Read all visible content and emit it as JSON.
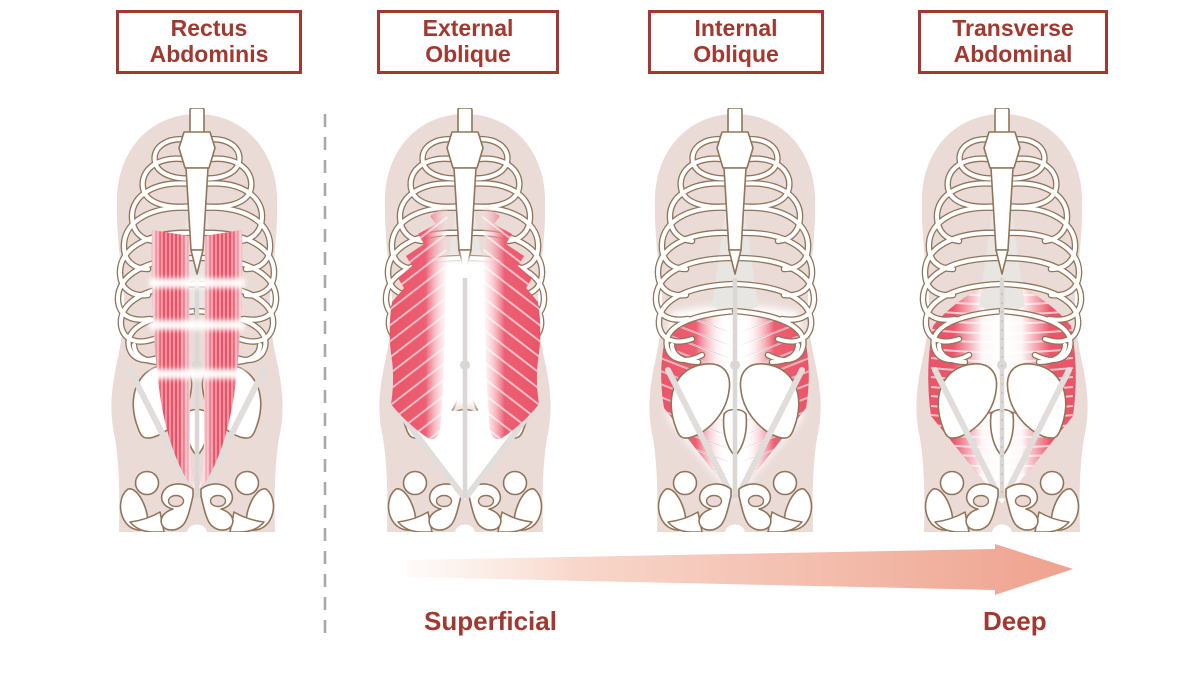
{
  "labels": {
    "boxes": [
      {
        "id": "rectus-abdominis",
        "line1": "Rectus",
        "line2": "Abdominis"
      },
      {
        "id": "external-oblique",
        "line1": "External",
        "line2": "Oblique"
      },
      {
        "id": "internal-oblique",
        "line1": "Internal",
        "line2": "Oblique"
      },
      {
        "id": "transverse-abdominal",
        "line1": "Transverse",
        "line2": "Abdominal"
      }
    ],
    "depth_axis": {
      "left": "Superficial",
      "right": "Deep"
    }
  },
  "figures": [
    {
      "name": "rectus-abdominis-torso",
      "muscle_pattern": "vertical fibers with horizontal tendinous bands"
    },
    {
      "name": "external-oblique-torso",
      "muscle_pattern": "steep diagonal fibers on flanks, serrated rib edge"
    },
    {
      "name": "internal-oblique-torso",
      "muscle_pattern": "shallow diagonal fibers below ribcage"
    },
    {
      "name": "transverse-abdominal-torso",
      "muscle_pattern": "horizontal fibers across abdomen"
    }
  ],
  "colors": {
    "accent_red": "#A23930",
    "muscle_red": "#EA5468",
    "skin": "#EADBD7",
    "bone_outline": "#91755A",
    "divider_gray": "#A9A9A9",
    "arrow_start": "#FBEAE3",
    "arrow_end": "#EFA28E"
  }
}
